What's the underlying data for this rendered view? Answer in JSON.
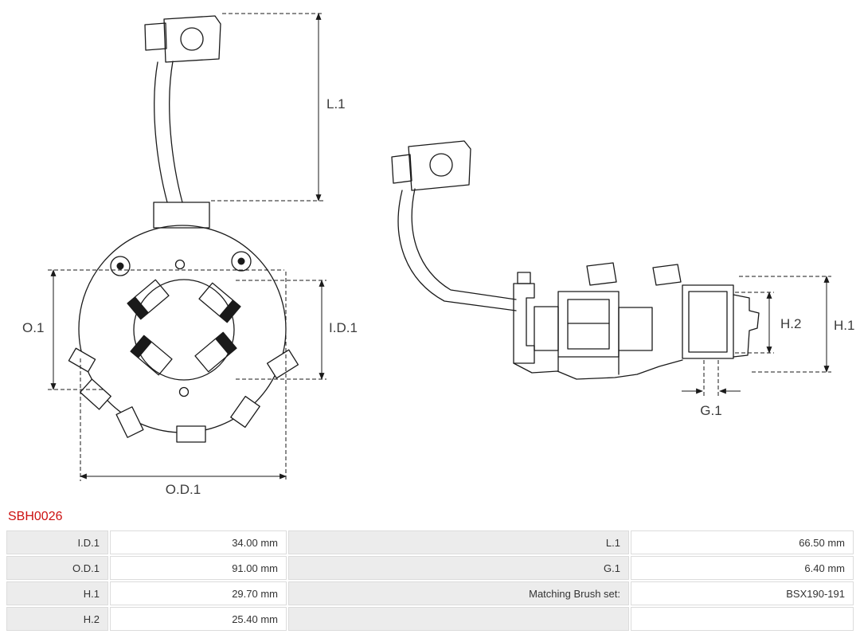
{
  "title": "SBH0026",
  "drawing": {
    "description": "Starter brush holder technical drawing, front view and side view with dimension callouts",
    "dimension_labels": {
      "l1": "L.1",
      "o1": "O.1",
      "id1": "I.D.1",
      "od1": "O.D.1",
      "h1": "H.1",
      "h2": "H.2",
      "g1": "G.1"
    }
  },
  "table": {
    "rows": [
      {
        "c1": "I.D.1",
        "c2": "34.00 mm",
        "c3": "L.1",
        "c4": "66.50 mm"
      },
      {
        "c1": "O.D.1",
        "c2": "91.00 mm",
        "c3": "G.1",
        "c4": "6.40 mm"
      },
      {
        "c1": "H.1",
        "c2": "29.70 mm",
        "c3": "Matching Brush set:",
        "c4": "BSX190-191"
      },
      {
        "c1": "H.2",
        "c2": "25.40 mm",
        "c3": "",
        "c4": ""
      }
    ]
  },
  "colors": {
    "title": "#cc1111",
    "line": "#1a1a1a",
    "table_label_bg": "#ececec",
    "table_border": "#dcdcdc"
  }
}
